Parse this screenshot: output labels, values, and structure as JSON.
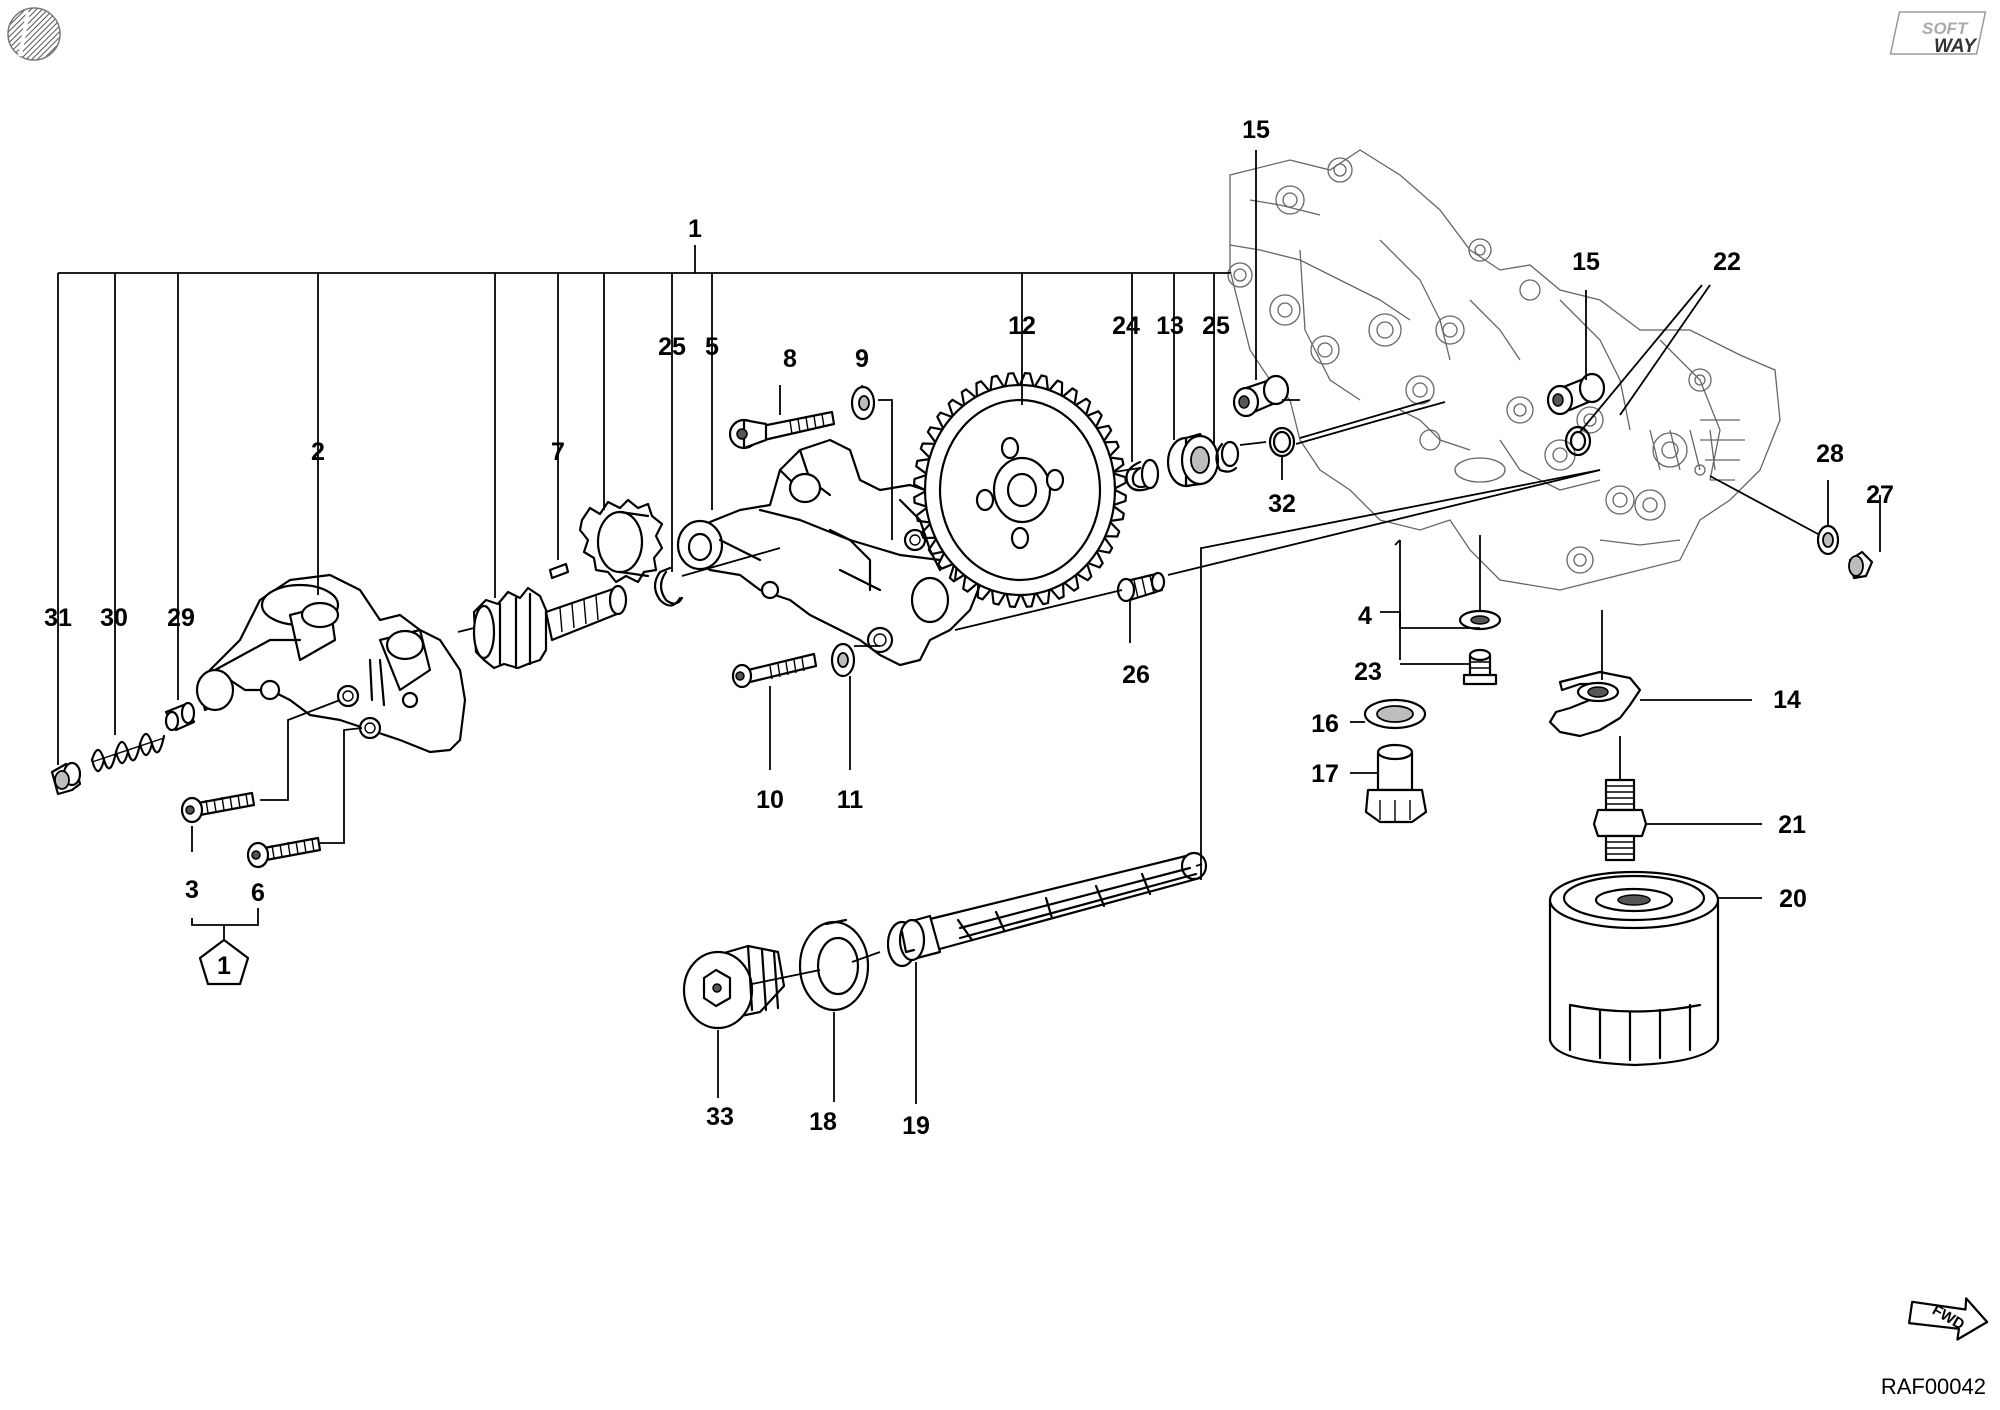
{
  "diagram": {
    "drawing_id": "RAF00042",
    "brand_logo_text": [
      "SOFT",
      "WAY"
    ],
    "fwd_label": "FWD",
    "callouts": [
      {
        "id": "c1",
        "text": "1"
      },
      {
        "id": "c2",
        "text": "2"
      },
      {
        "id": "c3",
        "text": "3"
      },
      {
        "id": "c4",
        "text": "4"
      },
      {
        "id": "c5",
        "text": "5"
      },
      {
        "id": "c6",
        "text": "6"
      },
      {
        "id": "c7",
        "text": "7"
      },
      {
        "id": "c8",
        "text": "8"
      },
      {
        "id": "c9",
        "text": "9"
      },
      {
        "id": "c10",
        "text": "10"
      },
      {
        "id": "c11",
        "text": "11"
      },
      {
        "id": "c12",
        "text": "12"
      },
      {
        "id": "c13",
        "text": "13"
      },
      {
        "id": "c14",
        "text": "14"
      },
      {
        "id": "c15a",
        "text": "15"
      },
      {
        "id": "c15b",
        "text": "15"
      },
      {
        "id": "c16",
        "text": "16"
      },
      {
        "id": "c17",
        "text": "17"
      },
      {
        "id": "c18",
        "text": "18"
      },
      {
        "id": "c19",
        "text": "19"
      },
      {
        "id": "c20",
        "text": "20"
      },
      {
        "id": "c21",
        "text": "21"
      },
      {
        "id": "c22",
        "text": "22"
      },
      {
        "id": "c23",
        "text": "23"
      },
      {
        "id": "c24",
        "text": "24"
      },
      {
        "id": "c25a",
        "text": "25"
      },
      {
        "id": "c25b",
        "text": "25"
      },
      {
        "id": "c26",
        "text": "26"
      },
      {
        "id": "c27",
        "text": "27"
      },
      {
        "id": "c28",
        "text": "28"
      },
      {
        "id": "c29",
        "text": "29"
      },
      {
        "id": "c30",
        "text": "30"
      },
      {
        "id": "c31",
        "text": "31"
      },
      {
        "id": "c32",
        "text": "32"
      },
      {
        "id": "c33",
        "text": "33"
      }
    ],
    "pentagon_label": "1"
  }
}
